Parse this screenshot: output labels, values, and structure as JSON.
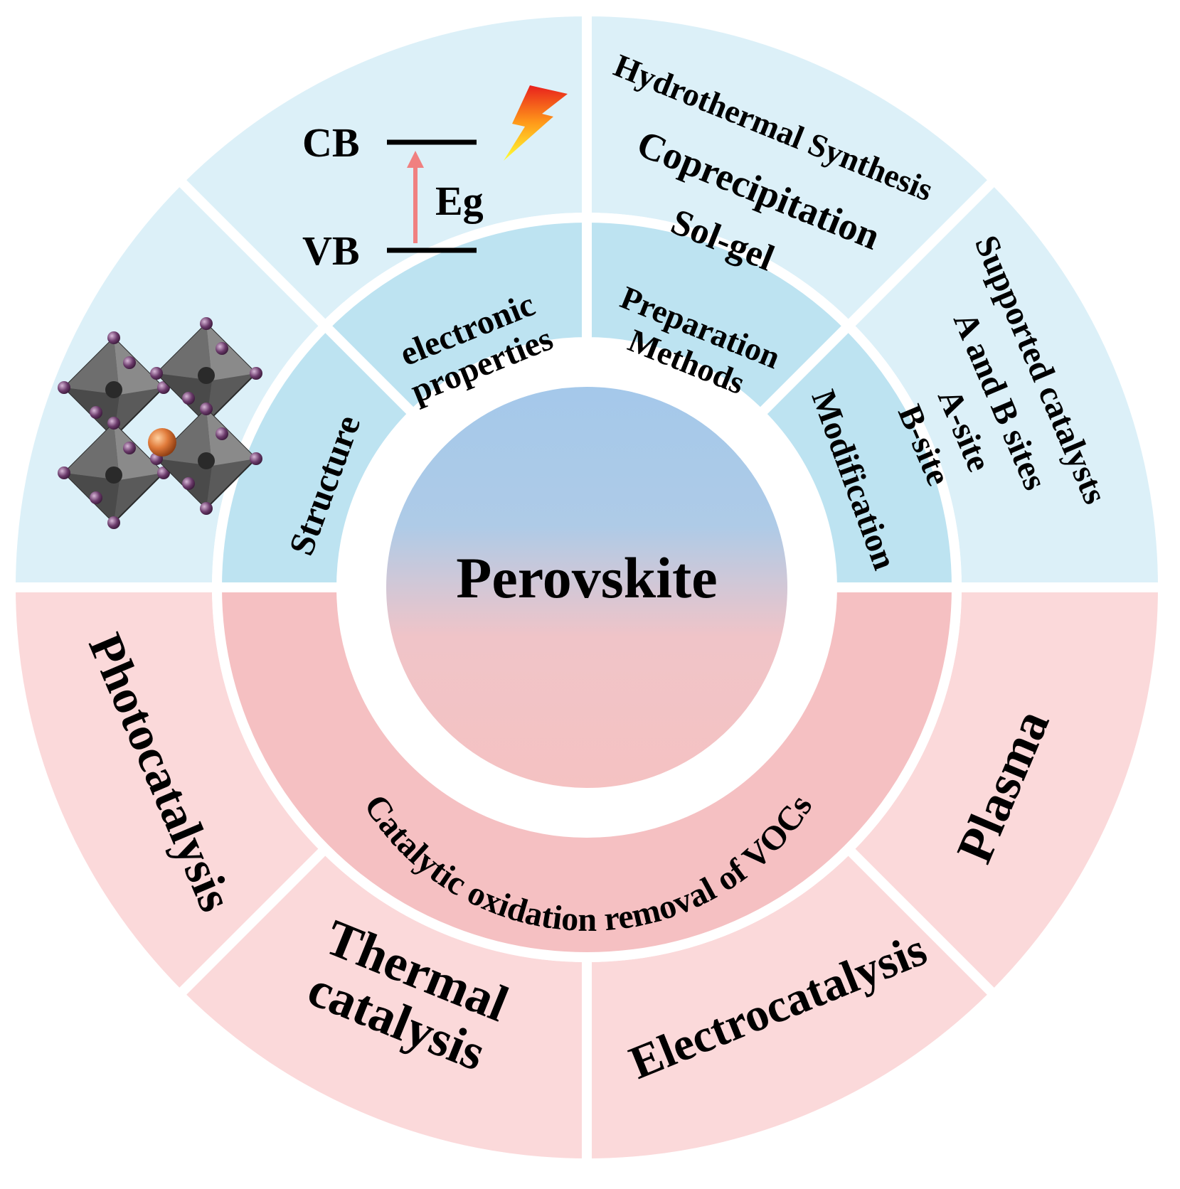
{
  "center": {
    "label": "Perovskite"
  },
  "colors": {
    "outer_blue": "#dcf0f8",
    "inner_blue": "#bde3f1",
    "outer_pink": "#fbd9da",
    "inner_pink": "#f5c0c2",
    "center_top": "#a4c8ea",
    "center_bottom": "#f5c2c2",
    "arrow": "#f08080",
    "band_line": "#000000"
  },
  "inner_ring": {
    "top": {
      "structure": "Structure",
      "electronic": [
        "electronic",
        "properties"
      ],
      "preparation": [
        "Preparation",
        "Methods"
      ],
      "modification": "Modification"
    },
    "bottom": {
      "label": "Catalytic oxidation removal of VOCs"
    }
  },
  "outer_ring": {
    "band_diagram": {
      "cb": "CB",
      "vb": "VB",
      "eg": "Eg"
    },
    "preparation_methods": [
      "Hydrothermal Synthesis",
      "Coprecipitation",
      "Sol-gel"
    ],
    "modification_items": [
      "Supported catalysts",
      "A and B sites",
      "A-site",
      "B-site"
    ],
    "applications": {
      "photocatalysis": "Photocatalysis",
      "thermal": [
        "Thermal",
        "catalysis"
      ],
      "electrocatalysis": "Electrocatalysis",
      "plasma": "Plasma"
    }
  },
  "icons": [
    "perovskite-crystal-icon",
    "lightning-icon",
    "excitation-arrow-icon"
  ]
}
